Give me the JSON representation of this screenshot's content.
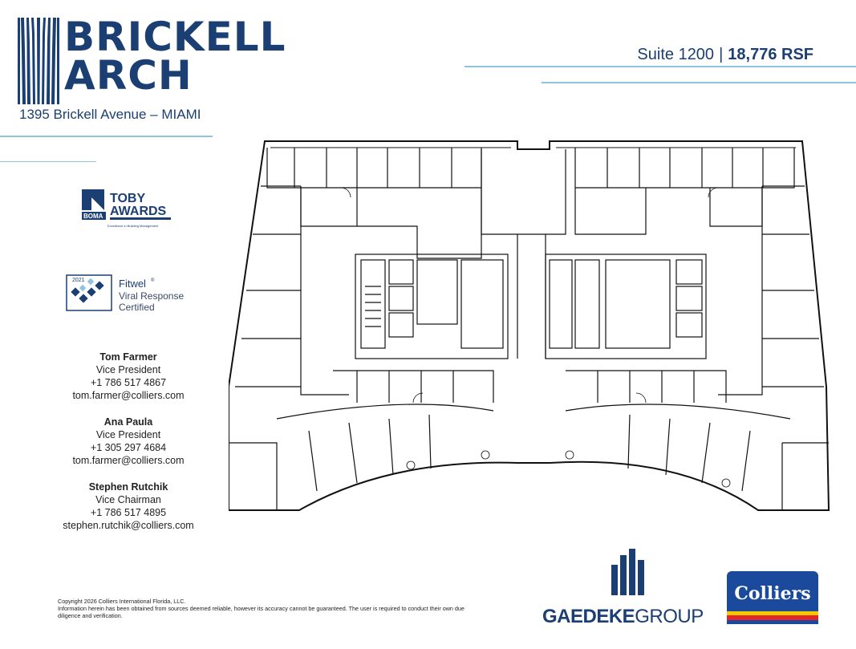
{
  "brand": {
    "name_line1": "BRICKELL",
    "name_line2": "ARCH",
    "address": "1395 Brickell Avenue – MIAMI"
  },
  "suite": {
    "label": "Suite 1200",
    "separator": "|",
    "area": "18,776 RSF"
  },
  "awards": {
    "toby_line1": "TOBY",
    "toby_line2": "AWARDS",
    "toby_org": "BOMA",
    "toby_tagline": "Excellence in Building Management",
    "fitwel_year": "2021",
    "fitwel_name": "Fitwel",
    "fitwel_reg": "®",
    "fitwel_line1": "Viral Response",
    "fitwel_line2": "Certified"
  },
  "contacts": [
    {
      "name": "Tom Farmer",
      "title": "Vice President",
      "phone": "+1 786 517 4867",
      "email": "tom.farmer@colliers.com"
    },
    {
      "name": "Ana Paula",
      "title": "Vice President",
      "phone": "+1 305 297 4684",
      "email": "tom.farmer@colliers.com"
    },
    {
      "name": "Stephen Rutchik",
      "title": "Vice Chairman",
      "phone": "+1 786 517 4895",
      "email": "stephen.rutchik@colliers.com"
    }
  ],
  "footer": {
    "copyright": "Copyright 2026 Colliers International Florida, LLC.",
    "disclaimer": "Information herein has been obtained from sources deemed reliable, however its accuracy cannot be guaranteed. The user is required to conduct their own due diligence and verification.",
    "gaedeke_bold": "GAEDEKE",
    "gaedeke_light": "GROUP",
    "colliers": "Colliers"
  },
  "colors": {
    "brand_blue": "#1b3f73",
    "rule_blue": "#8fc3de",
    "colliers_blue": "#1b4a9c",
    "colliers_yellow": "#f6c800",
    "colliers_red": "#e4242b"
  }
}
